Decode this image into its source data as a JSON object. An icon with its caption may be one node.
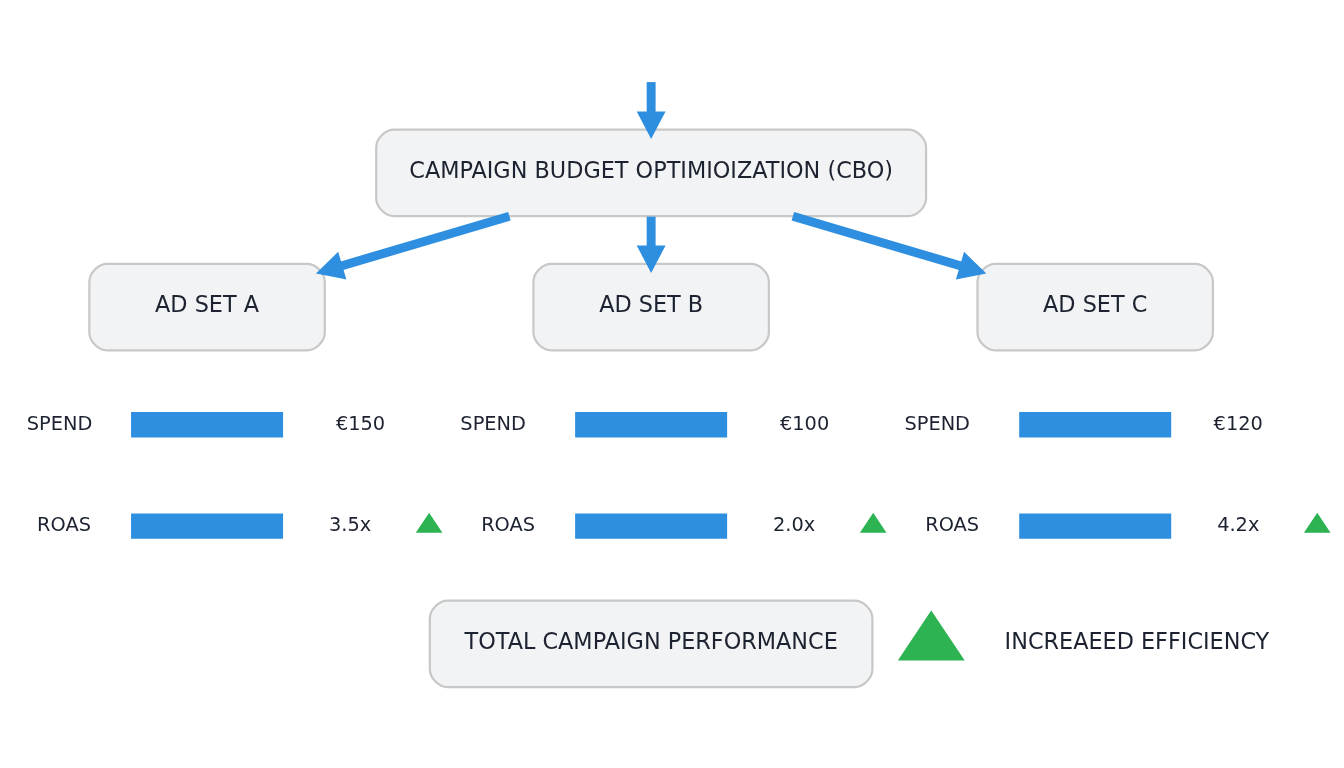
{
  "diagram": {
    "nodes": [
      {
        "text": [
          "CAMPAIGN BUDGET OPTIMIOIZATION (CBO)"
        ]
      },
      {
        "text": [
          "AD SET A"
        ]
      },
      {
        "text": [
          "AD SET B"
        ]
      },
      {
        "text": [
          "AD SET C"
        ]
      },
      {
        "text": [
          "TOTAL CAMPAIGN PERFORMANCE"
        ]
      },
      {
        "text": [],
        "shape": "bar"
      },
      {
        "text": [],
        "shape": "bar"
      },
      {
        "text": [],
        "shape": "bar"
      },
      {
        "text": [],
        "shape": "bar"
      },
      {
        "text": [],
        "shape": "bar"
      },
      {
        "text": [],
        "shape": "bar"
      },
      {
        "text": [],
        "shape": "arrow"
      },
      {
        "text": [],
        "shape": "arrow"
      },
      {
        "text": [],
        "shape": "arrow"
      },
      {
        "text": [],
        "shape": "arrow"
      }
    ],
    "edges": [
      {
        "from": null,
        "to": 0,
        "arrow": "to"
      },
      {
        "from": 0,
        "to": 1,
        "arrow": "to"
      },
      {
        "from": 0,
        "to": 2,
        "arrow": "to"
      },
      {
        "from": 0,
        "to": 3,
        "arrow": "to"
      }
    ],
    "labels": [
      "SPEND",
      "€150",
      "SPEND",
      "€100",
      "SPEND",
      "€120",
      "ROAS",
      "3.5x",
      "ROAS",
      "2.0x",
      "ROAS",
      "4.2x",
      "INCREAEED EFFICIENCY"
    ]
  }
}
